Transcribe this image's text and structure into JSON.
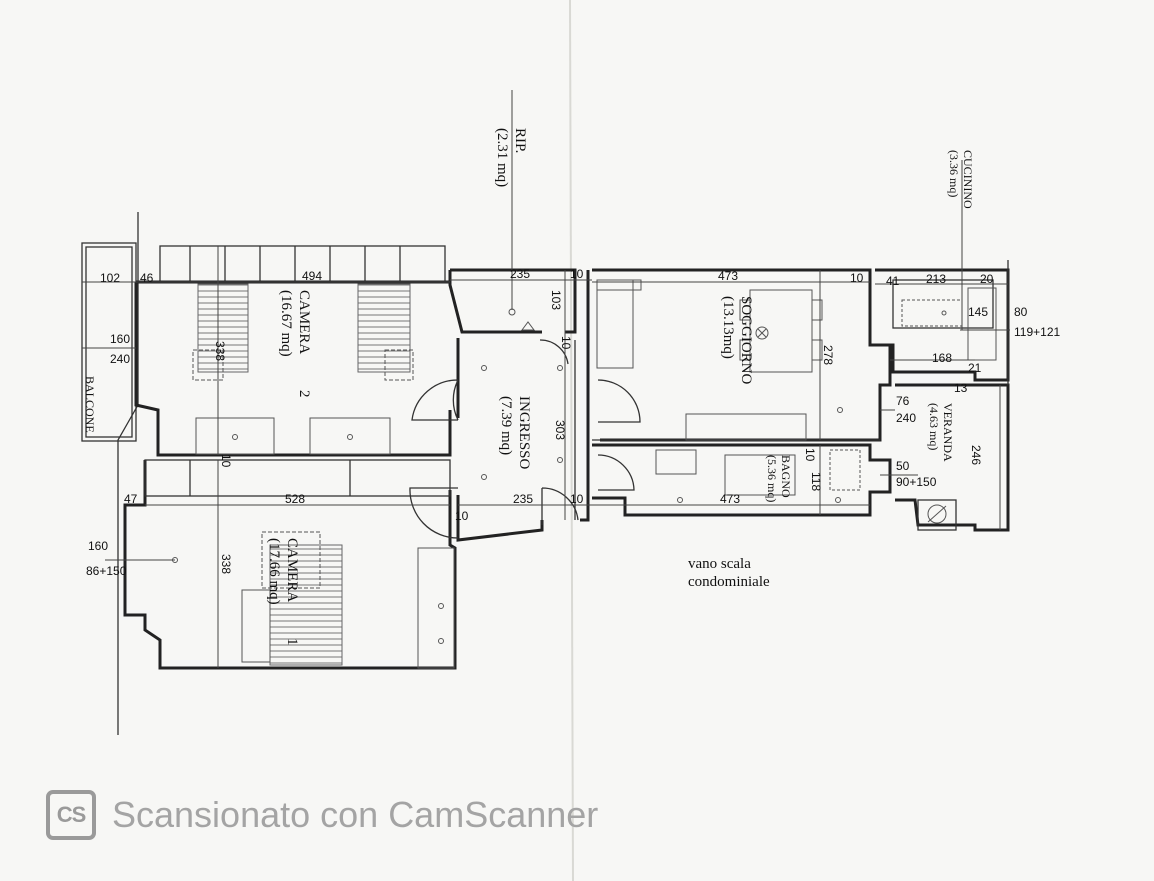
{
  "rooms": {
    "rip": {
      "name": "RIP.",
      "area": "(2.31 mq)"
    },
    "cucinino": {
      "name": "CUCININO",
      "area": "(3.36 mq)"
    },
    "camera2": {
      "name": "CAMERA",
      "num": "2",
      "area": "(16.67 mq)"
    },
    "soggiorno": {
      "name": "SOGGIORNO",
      "area": "(13.13mq)"
    },
    "ingresso": {
      "name": "INGRESSO",
      "area": "(7.39 mq)"
    },
    "veranda": {
      "name": "VERANDA",
      "area": "(4.63 mq)"
    },
    "bagno": {
      "name": "BAGNO",
      "area": "(5.36 mq)"
    },
    "camera1": {
      "name": "CAMERA",
      "num": "1",
      "area": "(17.66 mq)"
    },
    "balcone": {
      "name": "BALCONE"
    }
  },
  "vano": {
    "line1": "vano scala",
    "line2": "condominiale"
  },
  "dimensions": {
    "d102": "102",
    "d46": "46",
    "d494": "494",
    "d235a": "235",
    "d10a": "10",
    "d473a": "473",
    "d10b": "10",
    "d41": "41",
    "d213": "213",
    "d20": "20",
    "d80": "80",
    "d145": "145",
    "d119_121": "119+121",
    "d168": "168",
    "d21": "21",
    "d13": "13",
    "d160a": "160",
    "d240a": "240",
    "d338a": "338",
    "d103": "103",
    "d10c": "10",
    "d303": "303",
    "d278": "278",
    "d76": "76",
    "d240b": "240",
    "d246": "246",
    "d10d": "10",
    "d118": "118",
    "d50": "50",
    "d90_150": "90+150",
    "d47": "47",
    "d528": "528",
    "d235b": "235",
    "d10e": "10",
    "d10f": "10",
    "d473b": "473",
    "d160b": "160",
    "d86_150": "86+150",
    "d338b": "338",
    "d10g": "10"
  },
  "watermark": {
    "logo": "CS",
    "text": "Scansionato con CamScanner"
  }
}
